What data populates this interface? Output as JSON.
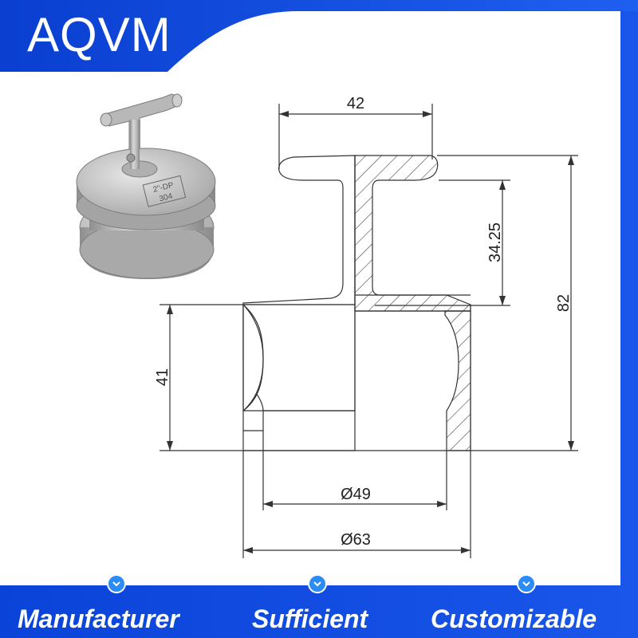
{
  "brand": {
    "name": "AQVM"
  },
  "colors": {
    "brand_blue": "#0a4cdd",
    "accent_blue": "#2a8cf4",
    "line": "#333333",
    "fill": "#ffffff"
  },
  "product_illustration": {
    "stamp_line1": "2\"-DP",
    "stamp_line2": "304"
  },
  "dimensions": {
    "top_width": "42",
    "upper_height": "34.25",
    "total_height": "82",
    "lower_height": "41",
    "inner_diameter": "Ø49",
    "outer_diameter": "Ø63"
  },
  "features": [
    {
      "label": "Manufacturer",
      "icon": "chevron-down-icon"
    },
    {
      "label": "Sufficient",
      "icon": "chevron-down-icon"
    },
    {
      "label": "Customizable",
      "icon": "chevron-down-icon"
    }
  ]
}
